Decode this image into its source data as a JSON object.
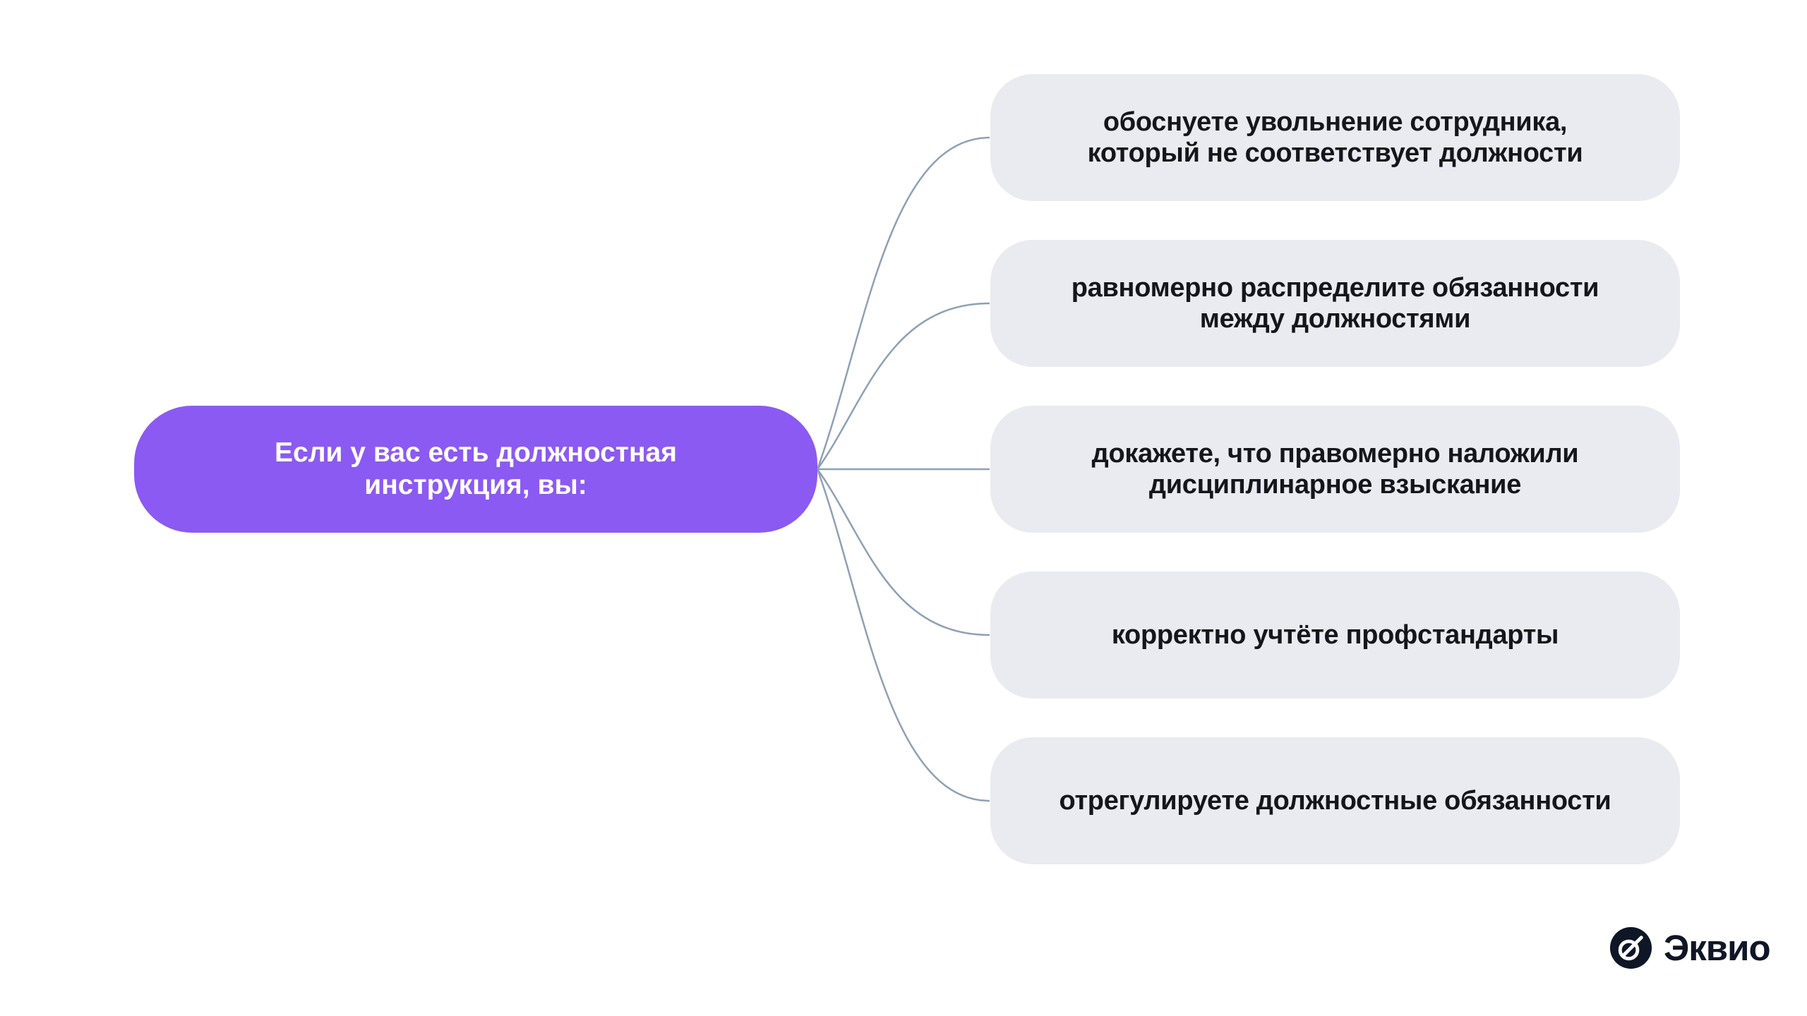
{
  "root": {
    "lines": [
      "Если у вас есть должностная",
      "инструкция, вы:"
    ]
  },
  "branches": [
    {
      "lines": [
        "обоснуете увольнение сотрудника,",
        "который не соответствует должности"
      ]
    },
    {
      "lines": [
        "равномерно распределите обязанности",
        "между должностями"
      ]
    },
    {
      "lines": [
        "докажете, что правомерно наложили",
        "дисциплинарное взыскание"
      ]
    },
    {
      "lines": [
        "корректно учтёте профстандарты"
      ]
    },
    {
      "lines": [
        "отрегулируете должностные обязанности"
      ]
    }
  ],
  "logo": {
    "text": "Эквио"
  },
  "colors": {
    "root_bg": "#8B5AF2",
    "branch_bg": "#E9EBF1",
    "connector": "#8EA0B4",
    "branch_text": "#15151C",
    "root_text": "#FFFFFF",
    "logo_navy": "#0F1626",
    "page_bg": "#FFFFFF"
  }
}
